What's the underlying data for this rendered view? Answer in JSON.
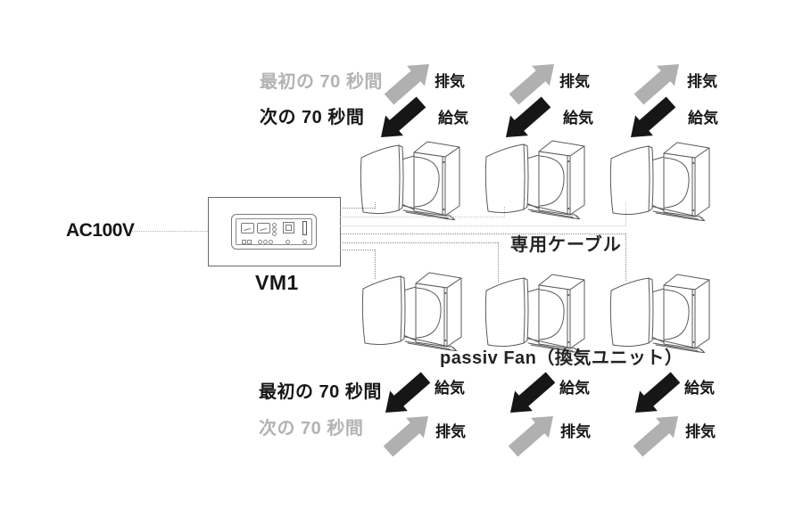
{
  "legend_top": {
    "first": "最初の 70 秒間",
    "next": "次の 70 秒間"
  },
  "legend_bottom": {
    "first": "最初の 70 秒間",
    "next": "次の 70 秒間"
  },
  "flow": {
    "exhaust": "排気",
    "intake": "給気"
  },
  "power": {
    "label": "AC100V"
  },
  "controller": {
    "label": "VM1"
  },
  "cable": {
    "label": "専用ケーブル"
  },
  "units": {
    "caption": "passiv Fan（換気ユニット）",
    "count_top_row": 3,
    "count_bottom_row": 3
  },
  "colors": {
    "gray_accent": "#b3b3b3",
    "black_accent": "#161616",
    "line_art": "#5a5a5a",
    "cable_dark": "#8a8a8a",
    "cable_light": "#c6c6c6"
  }
}
